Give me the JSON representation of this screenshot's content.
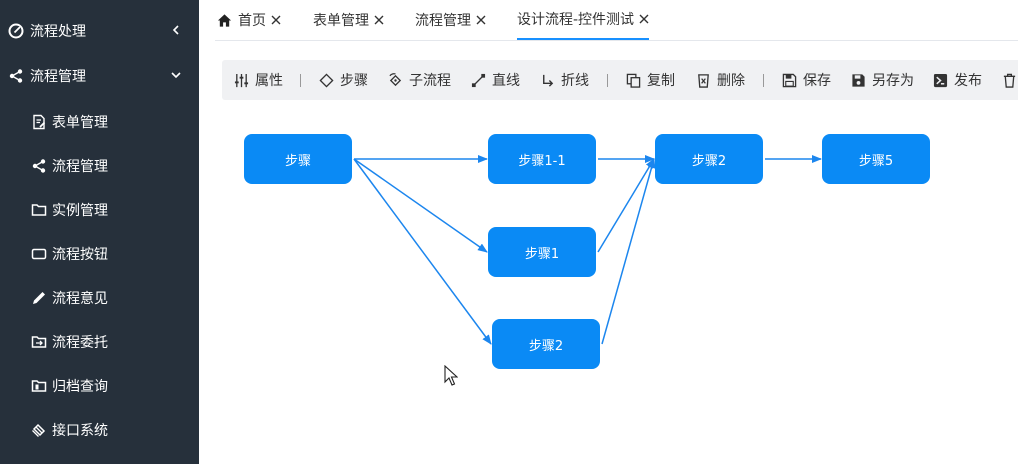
{
  "sidebar": {
    "groups": [
      {
        "label": "流程处理",
        "icon": "edit-circle-icon",
        "arrow": "chevron-left-icon"
      },
      {
        "label": "流程管理",
        "icon": "share-icon",
        "arrow": "chevron-down-icon"
      }
    ],
    "items": [
      {
        "label": "表单管理",
        "icon": "form-edit-icon"
      },
      {
        "label": "流程管理",
        "icon": "share-icon"
      },
      {
        "label": "实例管理",
        "icon": "folder-icon"
      },
      {
        "label": "流程按钮",
        "icon": "button-icon"
      },
      {
        "label": "流程意见",
        "icon": "pencil-icon"
      },
      {
        "label": "流程委托",
        "icon": "folder-arrow-icon"
      },
      {
        "label": "归档查询",
        "icon": "archive-icon"
      },
      {
        "label": "接口系统",
        "icon": "plug-icon"
      }
    ]
  },
  "tabs": [
    {
      "label": "首页",
      "icon": "home-icon"
    },
    {
      "label": "表单管理"
    },
    {
      "label": "流程管理"
    },
    {
      "label": "设计流程-控件测试",
      "active": true
    }
  ],
  "toolbar": [
    {
      "label": "属性",
      "icon": "sliders-icon"
    },
    {
      "label": "步骤",
      "icon": "diamond-icon"
    },
    {
      "label": "子流程",
      "icon": "subflow-icon"
    },
    {
      "label": "直线",
      "icon": "line-icon"
    },
    {
      "label": "折线",
      "icon": "polyline-icon"
    },
    {
      "label": "复制",
      "icon": "copy-icon"
    },
    {
      "label": "删除",
      "icon": "delete-icon"
    },
    {
      "label": "保存",
      "icon": "save-icon"
    },
    {
      "label": "另存为",
      "icon": "save-as-icon"
    },
    {
      "label": "发布",
      "icon": "publish-icon"
    }
  ],
  "flow": {
    "nodes": [
      {
        "id": "n1",
        "label": "步骤"
      },
      {
        "id": "n2",
        "label": "步骤1-1"
      },
      {
        "id": "n3",
        "label": "步骤2"
      },
      {
        "id": "n4",
        "label": "步骤5"
      },
      {
        "id": "n5",
        "label": "步骤1"
      },
      {
        "id": "n6",
        "label": "步骤2"
      }
    ],
    "edges": [
      [
        "n1",
        "n2"
      ],
      [
        "n1",
        "n5"
      ],
      [
        "n1",
        "n6"
      ],
      [
        "n2",
        "n3"
      ],
      [
        "n5",
        "n3"
      ],
      [
        "n6",
        "n3"
      ],
      [
        "n3",
        "n4"
      ]
    ],
    "colors": {
      "node": "#0a8af5",
      "edge": "#1c86ee"
    }
  }
}
